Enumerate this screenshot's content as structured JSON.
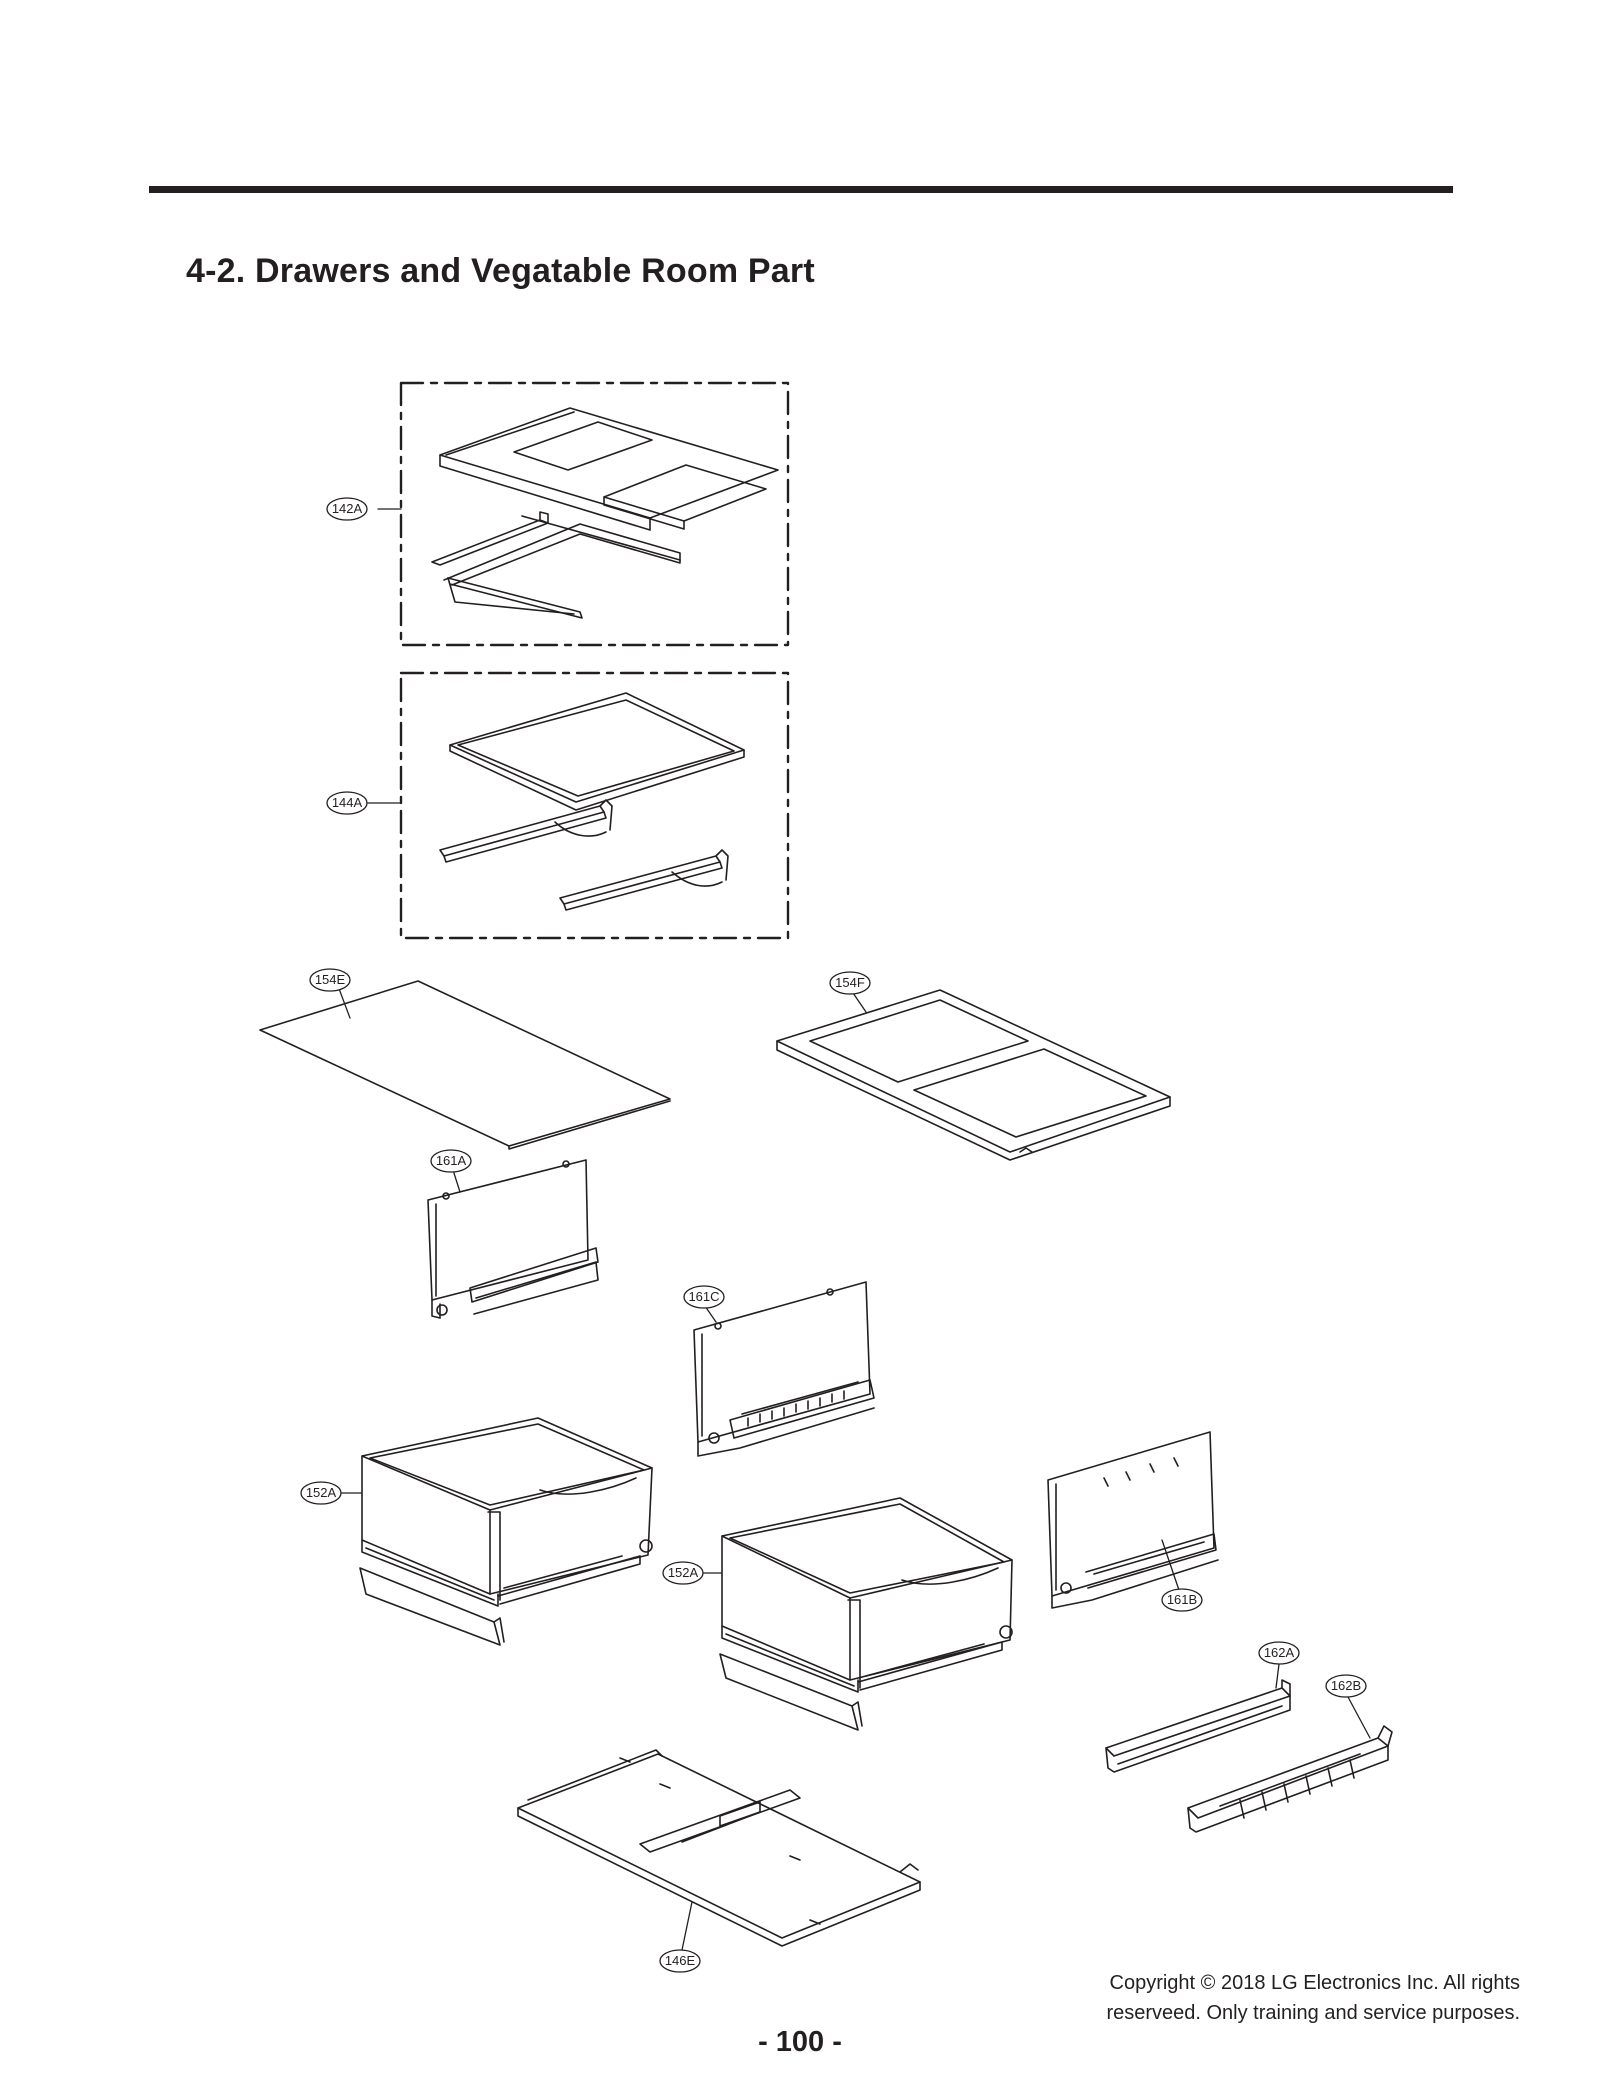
{
  "section_title": "4-2. Drawers and Vegatable Room Part",
  "callouts": [
    "142A",
    "144A",
    "154E",
    "154F",
    "161A",
    "161C",
    "152A",
    "152A",
    "161B",
    "162A",
    "162B",
    "146E"
  ],
  "page_number": "- 100 -",
  "copyright": {
    "line1": "Copyright © 2018 LG Electronics Inc. All rights",
    "line2": "reserveed. Only training and service purposes."
  }
}
